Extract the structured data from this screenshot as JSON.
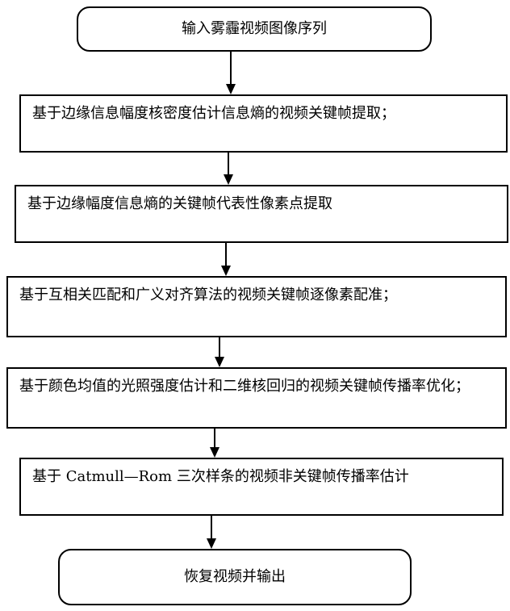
{
  "flowchart": {
    "start": "输入雾霾视频图像序列",
    "steps": [
      "基于边缘信息幅度核密度估计信息熵的视频关键帧提取；",
      "基于边缘幅度信息熵的关键帧代表性像素点提取",
      "基于互相关匹配和广义对齐算法的视频关键帧逐像素配准；",
      "基于颜色均值的光照强度估计和二维核回归的视频关键帧传播率优化；",
      "基于 Catmull—Rom 三次样条的视频非关键帧传播率估计"
    ],
    "end": "恢复视频并输出"
  }
}
